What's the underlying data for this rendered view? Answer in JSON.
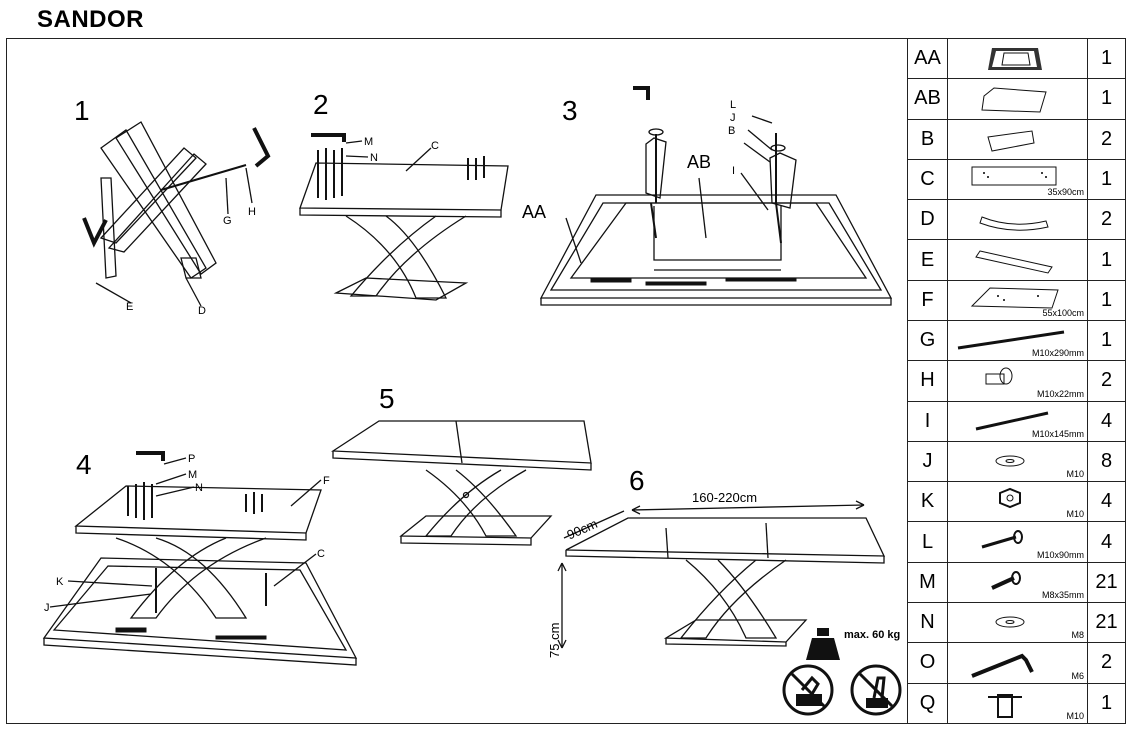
{
  "title": "SANDOR",
  "steps": {
    "s1": "1",
    "s2": "2",
    "s3": "3",
    "s4": "4",
    "s5": "5",
    "s6": "6"
  },
  "labels": {
    "step1": {
      "E": "E",
      "D": "D",
      "G": "G",
      "H": "H"
    },
    "step2": {
      "M": "M",
      "N": "N",
      "C": "C"
    },
    "step3": {
      "L": "L",
      "J": "J",
      "B": "B",
      "AB": "AB",
      "I": "I",
      "AA": "AA"
    },
    "step4": {
      "P": "P",
      "M": "M",
      "N": "N",
      "F": "F",
      "K": "K",
      "J": "J",
      "C": "C"
    }
  },
  "dimensions": {
    "length": "160-220cm",
    "depth": "90cm",
    "height": "75 cm"
  },
  "warning": {
    "max_load": "max. 60 kg"
  },
  "parts": [
    {
      "code": "AA",
      "spec": "",
      "qty": "1",
      "icon": "extension-frame-icon"
    },
    {
      "code": "AB",
      "spec": "",
      "qty": "1",
      "icon": "panel-icon"
    },
    {
      "code": "B",
      "spec": "",
      "qty": "2",
      "icon": "bracket-board-icon"
    },
    {
      "code": "C",
      "spec": "35x90cm",
      "qty": "1",
      "icon": "plate-c-icon"
    },
    {
      "code": "D",
      "spec": "",
      "qty": "2",
      "icon": "curved-leg-icon"
    },
    {
      "code": "E",
      "spec": "",
      "qty": "1",
      "icon": "straight-leg-icon"
    },
    {
      "code": "F",
      "spec": "55x100cm",
      "qty": "1",
      "icon": "base-plate-icon"
    },
    {
      "code": "G",
      "spec": "M10x290mm",
      "qty": "1",
      "icon": "long-rod-icon"
    },
    {
      "code": "H",
      "spec": "M10x22mm",
      "qty": "2",
      "icon": "barrel-nut-icon"
    },
    {
      "code": "I",
      "spec": "M10x145mm",
      "qty": "4",
      "icon": "threaded-rod-icon"
    },
    {
      "code": "J",
      "spec": "M10",
      "qty": "8",
      "icon": "washer-icon"
    },
    {
      "code": "K",
      "spec": "M10",
      "qty": "4",
      "icon": "hex-nut-icon"
    },
    {
      "code": "L",
      "spec": "M10x90mm",
      "qty": "4",
      "icon": "bolt-long-icon"
    },
    {
      "code": "M",
      "spec": "M8x35mm",
      "qty": "21",
      "icon": "bolt-short-icon"
    },
    {
      "code": "N",
      "spec": "M8",
      "qty": "21",
      "icon": "washer-small-icon"
    },
    {
      "code": "O",
      "spec": "M6",
      "qty": "2",
      "icon": "allen-key-icon"
    },
    {
      "code": "Q",
      "spec": "M10",
      "qty": "1",
      "icon": "socket-wrench-icon"
    }
  ]
}
